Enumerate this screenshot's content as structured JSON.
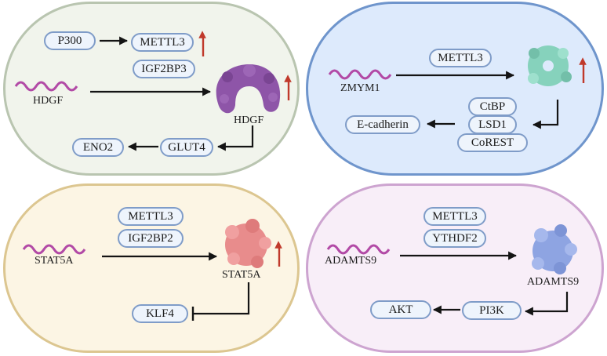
{
  "colors": {
    "arrow": "#141414",
    "wave": "#b24aa6",
    "up_arrow": "#c0392b",
    "pill_border": "#7f9cc8",
    "pill_fill": "#eef4fc",
    "panel1_fill": "#f1f4ec",
    "panel1_border": "#b9c5b0",
    "panel2_fill": "#ddeafc",
    "panel2_border": "#6f95cc",
    "panel3_fill": "#fcf5e4",
    "panel3_border": "#dcc690",
    "panel4_fill": "#f8eef8",
    "panel4_border": "#cda4d0",
    "protein_hdgf": "#8e55a8",
    "protein_zmym1": "#86d2bc",
    "protein_stat5a": "#e88c8c",
    "protein_adamts9": "#8ea4e2"
  },
  "panel1": {
    "p300": "P300",
    "mettl3": "METTL3",
    "igf2bp3": "IGF2BP3",
    "mrna": "HDGF",
    "protein": "HDGF",
    "glut4": "GLUT4",
    "eno2": "ENO2"
  },
  "panel2": {
    "mettl3": "METTL3",
    "mrna": "ZMYM1",
    "ctbp": "CtBP",
    "lsd1": "LSD1",
    "corest": "CoREST",
    "ecadherin": "E-cadherin"
  },
  "panel3": {
    "mettl3": "METTL3",
    "igf2bp2": "IGF2BP2",
    "mrna": "STAT5A",
    "protein": "STAT5A",
    "klf4": "KLF4"
  },
  "panel4": {
    "mettl3": "METTL3",
    "ythdf2": "YTHDF2",
    "mrna": "ADAMTS9",
    "protein": "ADAMTS9",
    "pi3k": "PI3K",
    "akt": "AKT"
  }
}
